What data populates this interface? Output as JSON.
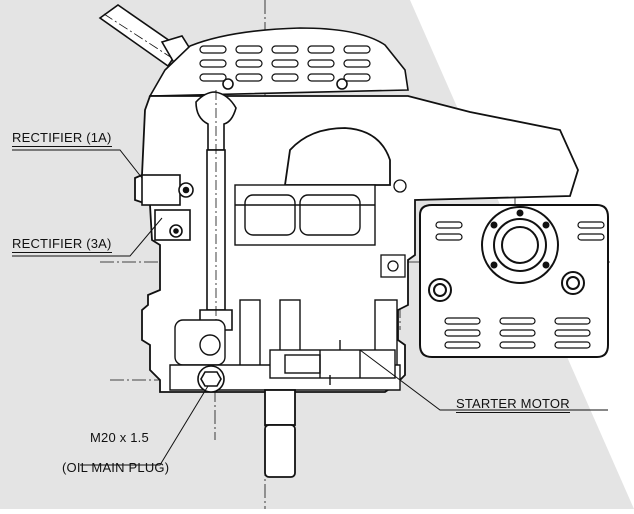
{
  "diagram": {
    "labels": {
      "rectifier_1a": "RECTIFIER (1A)",
      "rectifier_3a": "RECTIFIER (3A)",
      "starter_motor": "STARTER MOTOR",
      "plug_thread": "M20 x 1.5",
      "plug_name": "(OIL MAIN PLUG)"
    },
    "colors": {
      "background_shade": "#e4e4e4",
      "line": "#111111",
      "engine_fill": "#ffffff"
    }
  }
}
